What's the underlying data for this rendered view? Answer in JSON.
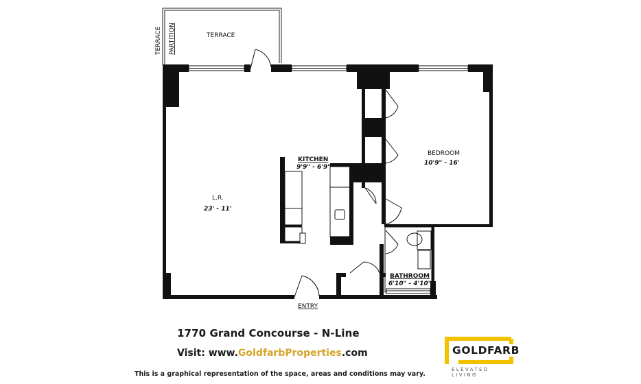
{
  "floorplan": {
    "rooms": {
      "terrace": "TERRACE",
      "terrace_partition_a": "TERRACE",
      "terrace_partition_b": "PARTITION",
      "living_room": "L.R.",
      "living_room_dim": "23' - 11'",
      "kitchen": "KITCHEN",
      "kitchen_dim": "9'9\" - 6'9\"",
      "bedroom": "BEDROOM",
      "bedroom_dim": "10'9\" - 16'",
      "bathroom": "BATHROOM",
      "bathroom_dim": "6'10\" - 4'10\"",
      "entry": "ENTRY"
    }
  },
  "listing": {
    "address": "1770 Grand Concourse - N-Line",
    "visit_label": "Visit:",
    "url_prefix": "www.",
    "url_brand": "GoldfarbProperties",
    "url_suffix": ".com",
    "disclaimer": "This is a graphical representation of the space, areas and conditions may vary."
  },
  "logo": {
    "name": "GOLDFARB",
    "tagline": "ELEVATED LIVING",
    "accent_color": "#f2c200"
  }
}
